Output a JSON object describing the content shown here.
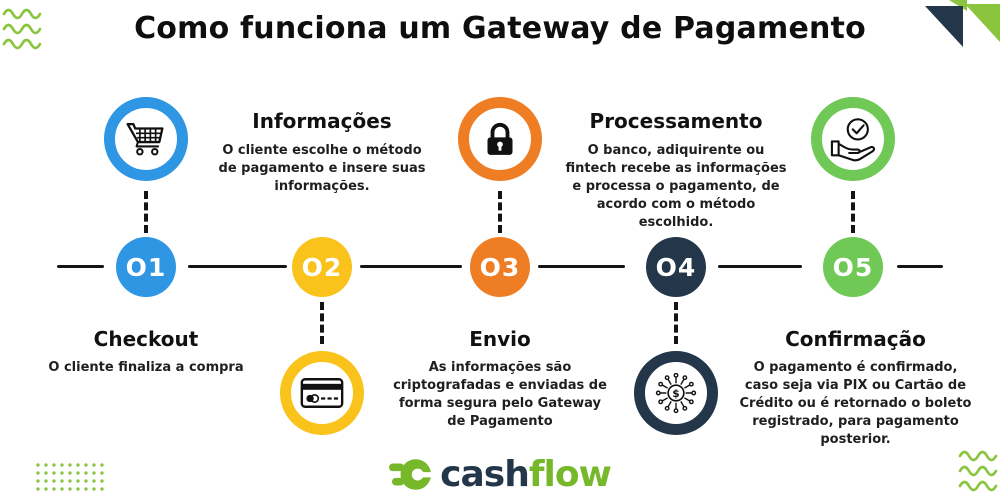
{
  "header": {
    "title": "Como funciona um Gateway de Pagamento"
  },
  "palette": {
    "step1_blue": "#2E96E3",
    "step2_yellow": "#F9C31B",
    "step3_orange": "#EF7D23",
    "step4_navy": "#24374A",
    "step5_green": "#70C857",
    "decoration_green": "#8BC53F",
    "line_black": "#141414",
    "logo_navy": "#24374A",
    "logo_green": "#76B82A"
  },
  "steps": [
    {
      "label": "O1",
      "title": "Checkout",
      "description": "O cliente finaliza a compra",
      "icon": "shopping-cart",
      "color": "#2E96E3",
      "icon_side": "top"
    },
    {
      "label": "O2",
      "title": "Informações",
      "description": "O cliente escolhe o método de pagamento e insere suas informações.",
      "icon": "credit-card",
      "color": "#F9C31B",
      "icon_side": "bottom"
    },
    {
      "label": "O3",
      "title": "Envio",
      "description": "As informações são criptografadas e enviadas de forma segura pelo Gateway de Pagamento",
      "icon": "padlock",
      "color": "#EF7D23",
      "icon_side": "top"
    },
    {
      "label": "O4",
      "title": "Processamento",
      "description": "O banco, adiquirente ou fintech recebe as informações e processa o pagamento, de acordo com o método escolhido.",
      "icon": "dollar-network",
      "color": "#24374A",
      "icon_side": "bottom"
    },
    {
      "label": "O5",
      "title": "Confirmação",
      "description": "O pagamento é confirmado, caso seja via PIX ou Cartão de Crédito ou é retornado o boleto registrado, para pagamento posterior.",
      "icon": "hand-check",
      "color": "#70C857",
      "icon_side": "top"
    }
  ],
  "logo": {
    "part1": "cash",
    "part2": "flow"
  }
}
